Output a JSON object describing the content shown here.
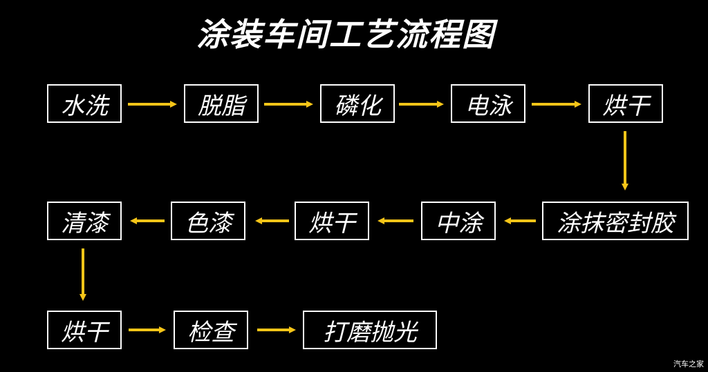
{
  "title": "涂装车间工艺流程图",
  "watermark": "汽车之家",
  "colors": {
    "arrow": "#F5C518",
    "box_border": "#FFFFFF",
    "background": "#000000"
  },
  "steps": [
    "水洗",
    "脱脂",
    "磷化",
    "电泳",
    "烘干",
    "涂抹密封胶",
    "中涂",
    "烘干",
    "色漆",
    "清漆",
    "烘干",
    "检查",
    "打磨抛光"
  ]
}
